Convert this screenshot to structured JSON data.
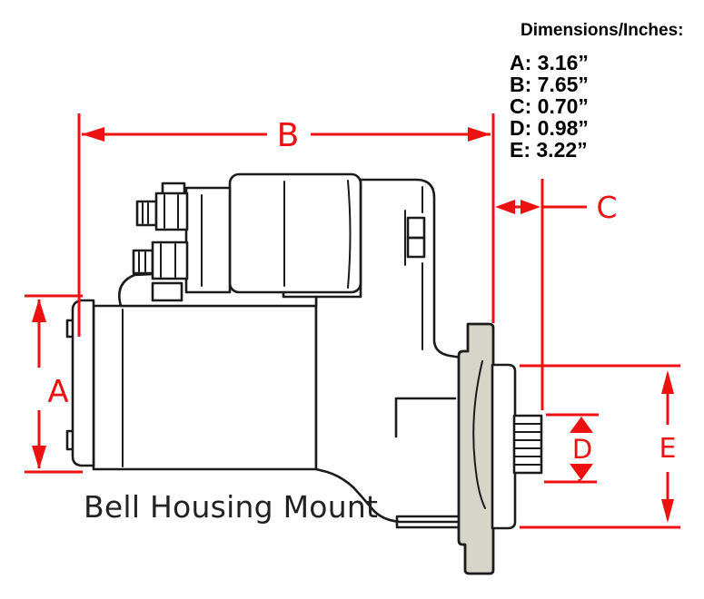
{
  "legend": {
    "title": "Dimensions/Inches:",
    "items": [
      "A: 3.16”",
      "B: 7.65”",
      "C: 0.70”",
      "D: 0.98”",
      "E: 3.22”"
    ]
  },
  "diagram": {
    "caption": "Bell Housing Mount",
    "dim_labels": {
      "A": "A",
      "B": "B",
      "C": "C",
      "D": "D",
      "E": "E"
    }
  },
  "colors": {
    "dimension_red": "#ee1111",
    "line_black": "#1b1b1b",
    "flange_gray": "#d7d4c9",
    "background": "#ffffff"
  }
}
